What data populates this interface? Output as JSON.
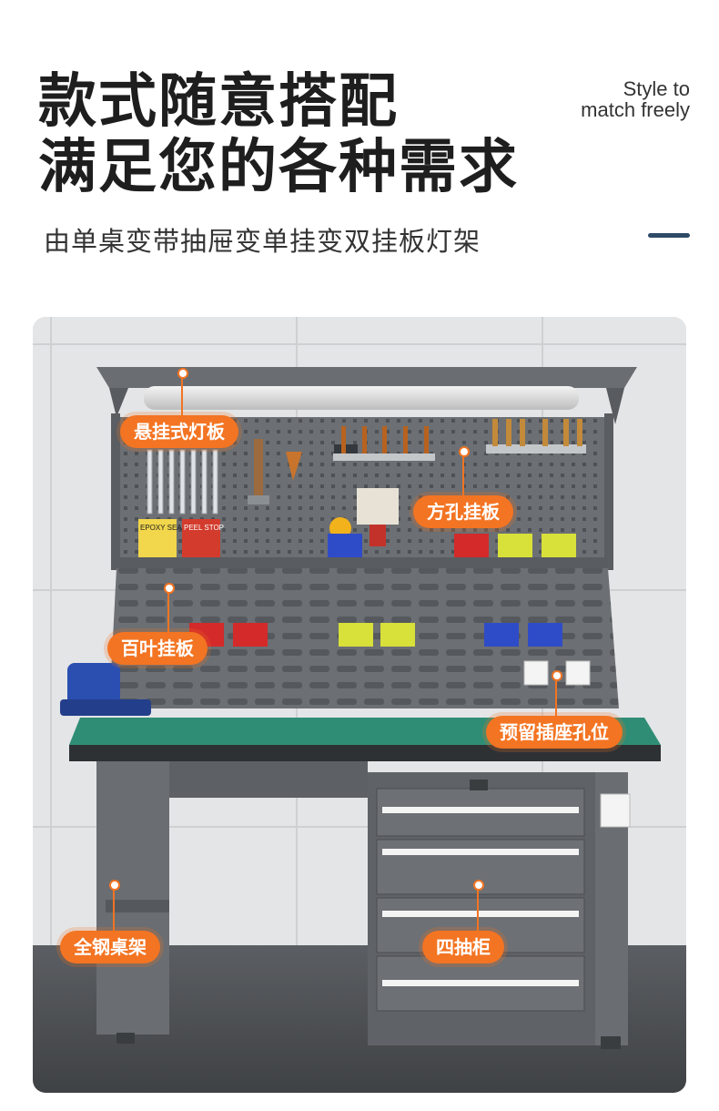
{
  "header": {
    "title_line1": "款式随意搭配",
    "title_line2": "满足您的各种需求",
    "subtitle": "由单桌变带抽屉变单挂变双挂板灯架",
    "en_line1": "Style to",
    "en_line2": "match freely"
  },
  "callouts": {
    "lamp": "悬挂式灯板",
    "square_board": "方孔挂板",
    "louver_board": "百叶挂板",
    "socket": "预留插座孔位",
    "frame": "全钢桌架",
    "drawers": "四抽柜"
  },
  "product_labels": {
    "can1": "EPOXY SEA",
    "can2": "PEEL STOP"
  },
  "colors": {
    "accent_orange": "#f37422",
    "dash_navy": "#2e4a66",
    "bench_gray": "#6a6d71",
    "mat_green": "#2f8d76",
    "vise_blue": "#2a4fb0"
  }
}
